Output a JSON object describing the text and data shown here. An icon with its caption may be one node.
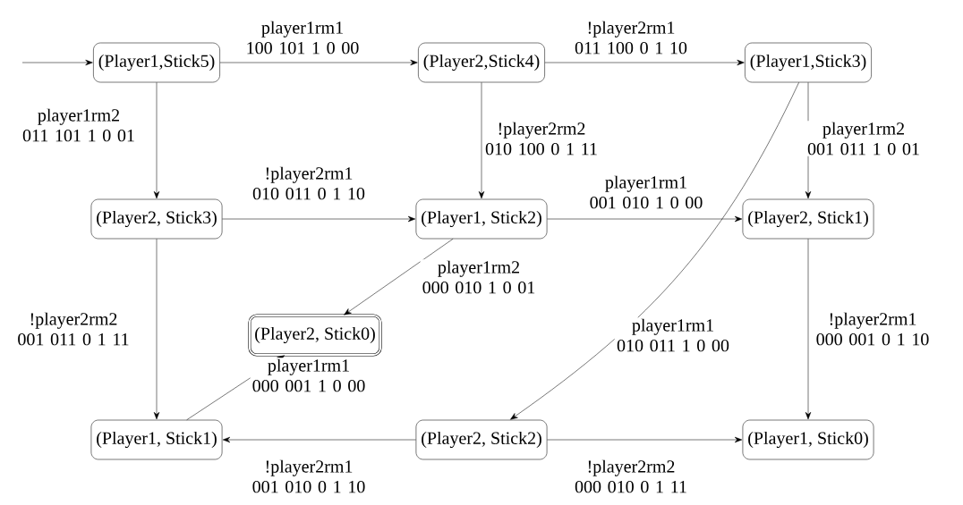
{
  "diagram": {
    "nodes": [
      {
        "text": [
          "(Player1,Stick5)"
        ]
      },
      {
        "text": [
          "(Player2,Stick4)"
        ]
      },
      {
        "text": [
          "(Player1,Stick3)"
        ]
      },
      {
        "text": [
          "(Player2, Stick3)"
        ]
      },
      {
        "text": [
          "(Player1, Stick2)"
        ]
      },
      {
        "text": [
          "(Player2, Stick1)"
        ]
      },
      {
        "text": [
          "(Player2, Stick0)"
        ]
      },
      {
        "text": [
          "(Player1, Stick1)"
        ]
      },
      {
        "text": [
          "(Player2, Stick2)"
        ]
      },
      {
        "text": [
          "(Player1, Stick0)"
        ]
      }
    ],
    "edges": [
      {
        "from": null,
        "to": 0,
        "arrow": "to"
      },
      {
        "from": 0,
        "to": 1,
        "arrow": "to",
        "label": "player1rm1 100 101 1 0 00"
      },
      {
        "from": 1,
        "to": 2,
        "arrow": "to",
        "label": "!player2rm1 011 100 0 1 10"
      },
      {
        "from": 0,
        "to": 3,
        "arrow": "to",
        "label": "player1rm2 011 101 1 0 01"
      },
      {
        "from": 1,
        "to": 4,
        "arrow": "to",
        "label": "!player2rm2 010 100 0 1 11"
      },
      {
        "from": 2,
        "to": 5,
        "arrow": "to",
        "label": "player1rm2 001 011 1 0 01"
      },
      {
        "from": 2,
        "to": 8,
        "arrow": "to",
        "label": "player1rm1 010 011 1 0 00"
      },
      {
        "from": 3,
        "to": 4,
        "arrow": "to",
        "label": "!player2rm1 010 011 0 1 10"
      },
      {
        "from": 4,
        "to": 5,
        "arrow": "to",
        "label": "player1rm1 001 010 1 0 00"
      },
      {
        "from": 4,
        "to": 6,
        "arrow": "to",
        "label": "player1rm2 000 010 1 0 01"
      },
      {
        "from": 3,
        "to": 7,
        "arrow": "to",
        "label": "!player2rm2 001 011 0 1 11"
      },
      {
        "from": 5,
        "to": 9,
        "arrow": "to",
        "label": "!player2rm1 000 001 0 1 10"
      },
      {
        "from": 7,
        "to": 6,
        "arrow": "to",
        "label": "player1rm1 000 001 1 0 00"
      },
      {
        "from": 8,
        "to": 7,
        "arrow": "to",
        "label": "!player2rm1 001 010 0 1 10"
      },
      {
        "from": 8,
        "to": 9,
        "arrow": "to",
        "label": "!player2rm2 000 010 0 1 11"
      }
    ]
  }
}
